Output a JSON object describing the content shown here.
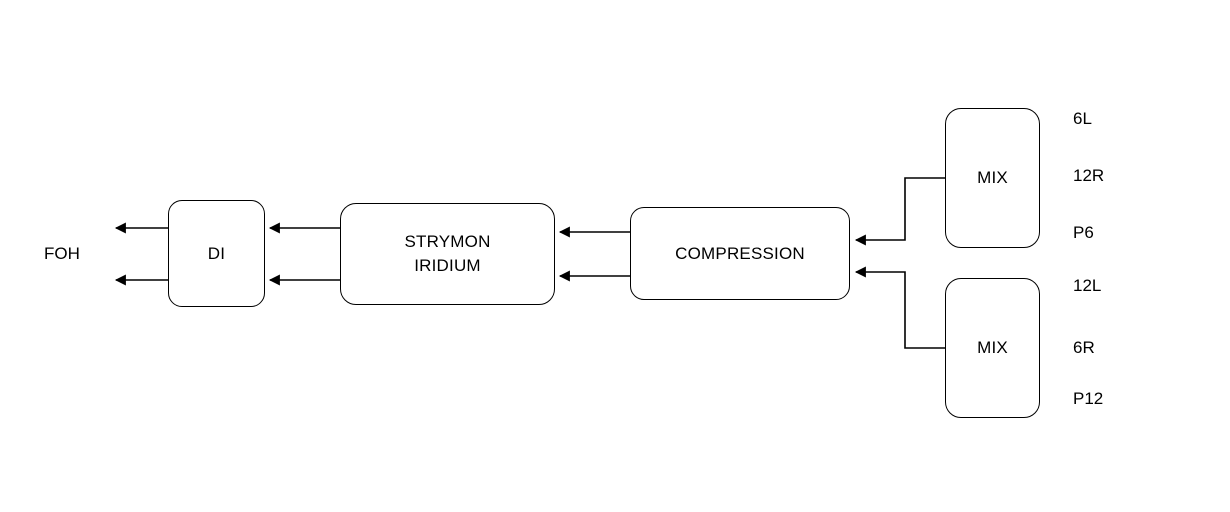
{
  "diagram": {
    "foh_label": "FOH",
    "boxes": {
      "di": "DI",
      "strymon_line1": "STRYMON",
      "strymon_line2": "IRIDIUM",
      "compression": "COMPRESSION",
      "mix_top": "MIX",
      "mix_bottom": "MIX"
    },
    "mix_top_outputs": [
      "6L",
      "12R",
      "P6"
    ],
    "mix_bottom_outputs": [
      "12L",
      "6R",
      "P12"
    ],
    "line_color": "#000000"
  }
}
